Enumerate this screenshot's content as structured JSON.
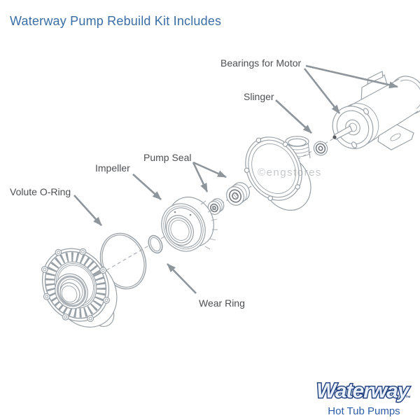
{
  "title": {
    "text": "Waterway Pump Rebuild Kit Includes",
    "color": "#3a6ea5"
  },
  "diagram": {
    "watermark": "©engstores",
    "labels": {
      "bearings": "Bearings for Motor",
      "slinger": "Slinger",
      "pump_seal": "Pump Seal",
      "impeller": "Impeller",
      "volute_oring": "Volute O-Ring",
      "wear_ring": "Wear Ring"
    },
    "line_color": "#9aa2a8",
    "arrow_color": "#8e959b",
    "label_color": "#4d4f52"
  },
  "footer": {
    "logo": "Waterway",
    "mark": "™",
    "tagline": "Hot Tub Pumps",
    "logo_navy": "#1d3c7c",
    "tagline_color": "#2e5ca6"
  }
}
